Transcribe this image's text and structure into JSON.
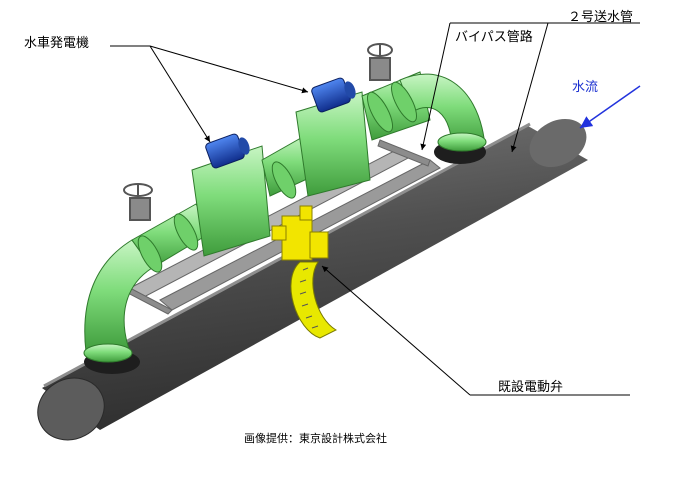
{
  "labels": {
    "generator": "水車発電機",
    "pipe_no2": "２号送水管",
    "bypass": "バイパス管路",
    "flow": "水流",
    "valve": "既設電動弁"
  },
  "credit": "画像提供：東京設計株式会社",
  "colors": {
    "pipe_green": "#7ee07e",
    "main_pipe_gray": "#4d4d4d",
    "motor_blue": "#1f4fc8",
    "valve_yellow": "#f0e000",
    "frame_gray": "#a8a8a8",
    "flow_arrow": "#2233dd"
  }
}
